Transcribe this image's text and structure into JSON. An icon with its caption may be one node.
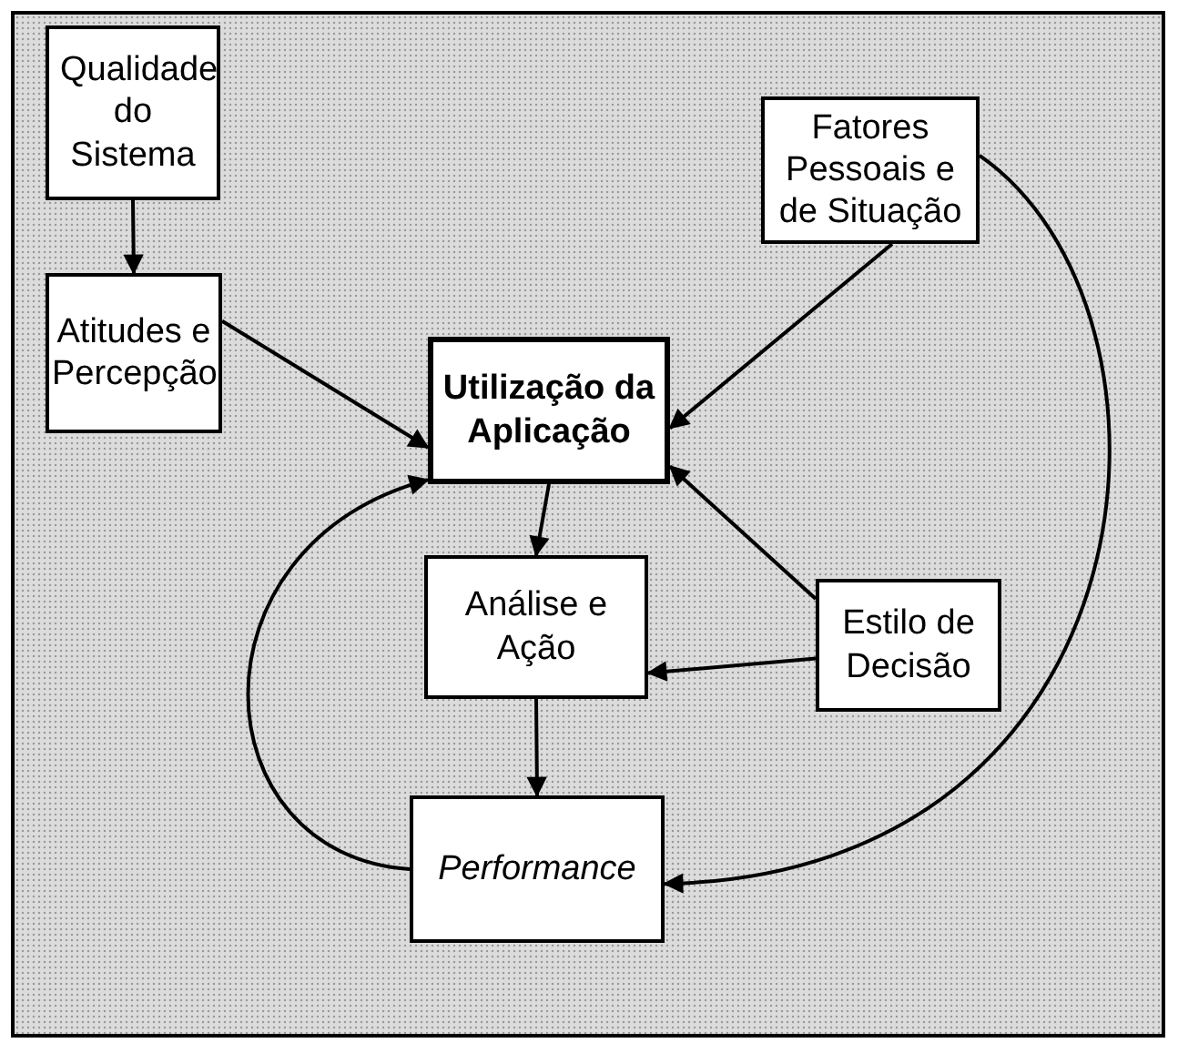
{
  "diagram": {
    "nodes": [
      {
        "text": [
          "Qualidade do Sistema"
        ]
      },
      {
        "text": [
          "Atitudes e Percepção"
        ]
      },
      {
        "text": [
          "Utilização da Aplicação"
        ]
      },
      {
        "text": [
          "Fatores Pessoais e de Situação"
        ]
      },
      {
        "text": [
          "Estilo de Decisão"
        ]
      },
      {
        "text": [
          "Análise e Ação"
        ]
      },
      {
        "text": [
          "Performance"
        ]
      }
    ],
    "edges": [
      {
        "from": 0,
        "to": 1,
        "arrow": "to"
      },
      {
        "from": 1,
        "to": 2,
        "arrow": "to"
      },
      {
        "from": 3,
        "to": 2,
        "arrow": "to"
      },
      {
        "from": 4,
        "to": 2,
        "arrow": "to"
      },
      {
        "from": 4,
        "to": 5,
        "arrow": "to"
      },
      {
        "from": 2,
        "to": 5,
        "arrow": "to"
      },
      {
        "from": 5,
        "to": 6,
        "arrow": "to"
      },
      {
        "from": 6,
        "to": 2,
        "arrow": "to"
      },
      {
        "from": 3,
        "to": 6,
        "arrow": "to"
      }
    ]
  }
}
